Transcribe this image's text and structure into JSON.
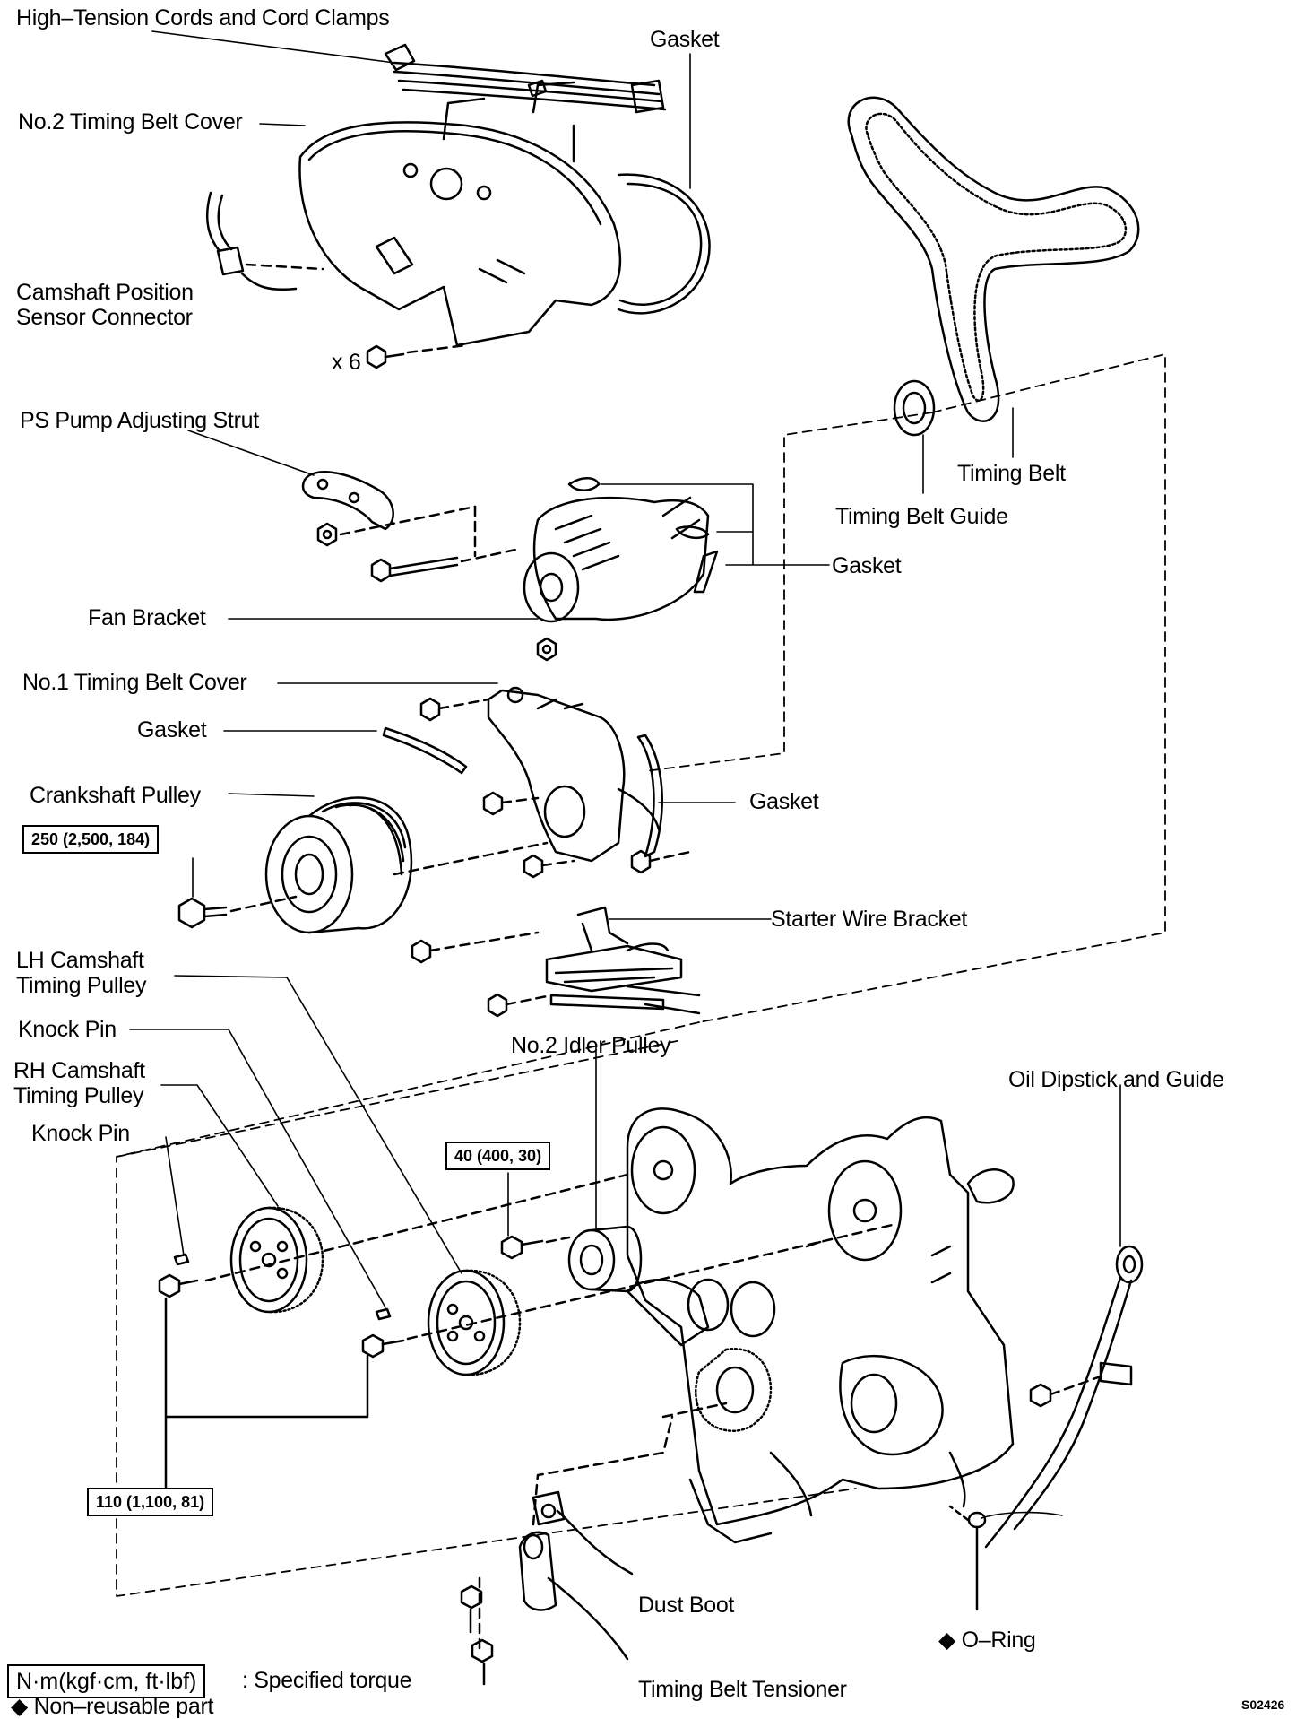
{
  "labels": {
    "high_tension_cords": "High–Tension Cords and Cord Clamps",
    "gasket_top": "Gasket",
    "no2_timing_belt_cover": "No.2 Timing Belt Cover",
    "camshaft_position_sensor": [
      "Camshaft Position",
      "Sensor Connector"
    ],
    "bolt_count": "x 6",
    "ps_pump_strut": "PS Pump Adjusting Strut",
    "timing_belt": "Timing Belt",
    "timing_belt_guide": "Timing Belt Guide",
    "gasket_mid": "Gasket",
    "fan_bracket": "Fan Bracket",
    "no1_timing_belt_cover": "No.1 Timing Belt Cover",
    "gasket_left": "Gasket",
    "crankshaft_pulley": "Crankshaft Pulley",
    "gasket_right": "Gasket",
    "starter_wire_bracket": "Starter Wire Bracket",
    "lh_camshaft_pulley": [
      "LH Camshaft",
      "Timing Pulley"
    ],
    "knock_pin_1": "Knock Pin",
    "no2_idler_pulley": "No.2 Idler Pulley",
    "rh_camshaft_pulley": [
      "RH Camshaft",
      "Timing Pulley"
    ],
    "oil_dipstick": "Oil Dipstick and Guide",
    "knock_pin_2": "Knock Pin",
    "dust_boot": "Dust Boot",
    "o_ring": "◆ O–Ring",
    "timing_belt_tensioner": "Timing Belt Tensioner"
  },
  "torques": {
    "crank_bolt": "250 (2,500, 184)",
    "idler_bolt": "40 (400, 30)",
    "cam_bolts": "110 (1,100, 81)"
  },
  "legend": {
    "unit_box": "N·m(kgf·cm, ft·lbf)",
    "unit_text": ": Specified torque",
    "non_reusable": "◆ Non–reusable part"
  },
  "figure_code": "S02426"
}
